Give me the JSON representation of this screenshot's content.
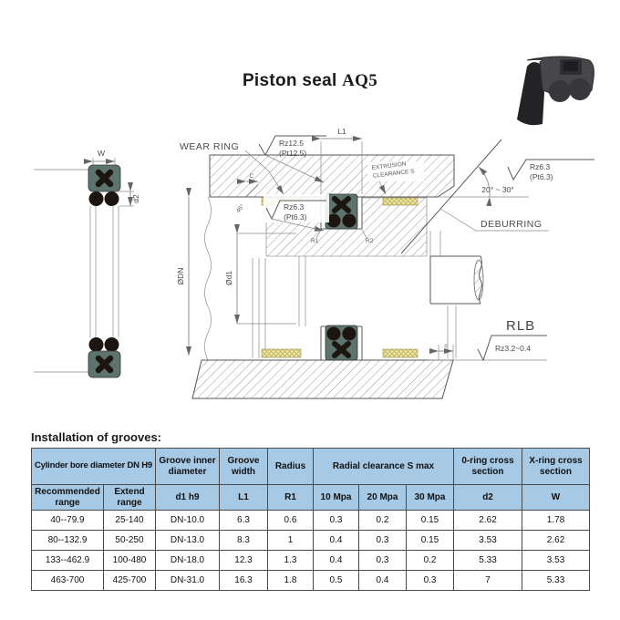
{
  "page": {
    "title_main": "Piston seal",
    "title_code": "AQ5"
  },
  "diagram": {
    "labels": {
      "wear_ring": "WEAR RING",
      "rz12_5": "Rz12.5",
      "pt12_5": "(Pt12.5)",
      "l1": "L1",
      "extrusion_1": "EXTRUSION",
      "extrusion_2": "CLEARANCE S",
      "rz6_3_groove": "Rz6.3",
      "pt6_3_groove": "(Pt6.3)",
      "rz6_3_chamfer": "Rz6.3",
      "pt6_3_chamfer": "(Pt6.3)",
      "angle_range": "20° ~ 30°",
      "deburring": "DEBURRING",
      "rlb": "RLB",
      "rz3_2": "Rz3.2~0.4",
      "chamfer_c_upper": "C",
      "chamfer_c_lower": "c",
      "chamfer_45": "45°",
      "dim_w": "W",
      "dim_d2": "d2",
      "dim_dn": "ØDN",
      "dim_d1": "Ød1",
      "radius_r1": "R1",
      "radius_r2": "R2"
    }
  },
  "table": {
    "section_title": "Installation of grooves:",
    "header_row1": {
      "cylinder_bore": "Cylinder bore diameter DN H9",
      "groove_inner": "Groove inner diameter",
      "groove_width": "Groove width",
      "radius": "Radius",
      "radial_clearance": "Radial clearance S max",
      "oring_cross": "0-ring cross section",
      "xring_cross": "X-ring cross section"
    },
    "header_row2": [
      "Recommended range",
      "Extend range",
      "d1 h9",
      "L1",
      "R1",
      "10 Mpa",
      "20 Mpa",
      "30 Mpa",
      "d2",
      "W"
    ],
    "rows": [
      [
        "40--79.9",
        "25-140",
        "DN-10.0",
        "6.3",
        "0.6",
        "0.3",
        "0.2",
        "0.15",
        "2.62",
        "1.78"
      ],
      [
        "80--132.9",
        "50-250",
        "DN-13.0",
        "8.3",
        "1",
        "0.4",
        "0.3",
        "0.15",
        "3.53",
        "2.62"
      ],
      [
        "133--462.9",
        "100-480",
        "DN-18.0",
        "12.3",
        "1.3",
        "0.4",
        "0.3",
        "0.2",
        "5.33",
        "3.53"
      ],
      [
        "463-700",
        "425-700",
        "DN-31.0",
        "16.3",
        "1.8",
        "0.5",
        "0.4",
        "0.3",
        "7",
        "5.33"
      ]
    ]
  },
  "colors": {
    "table_header_bg": "#a6c9e5",
    "seal_body": "#5d746e",
    "seal_rings": "#1c1510",
    "wear_ring_fill": "#ece79f"
  }
}
